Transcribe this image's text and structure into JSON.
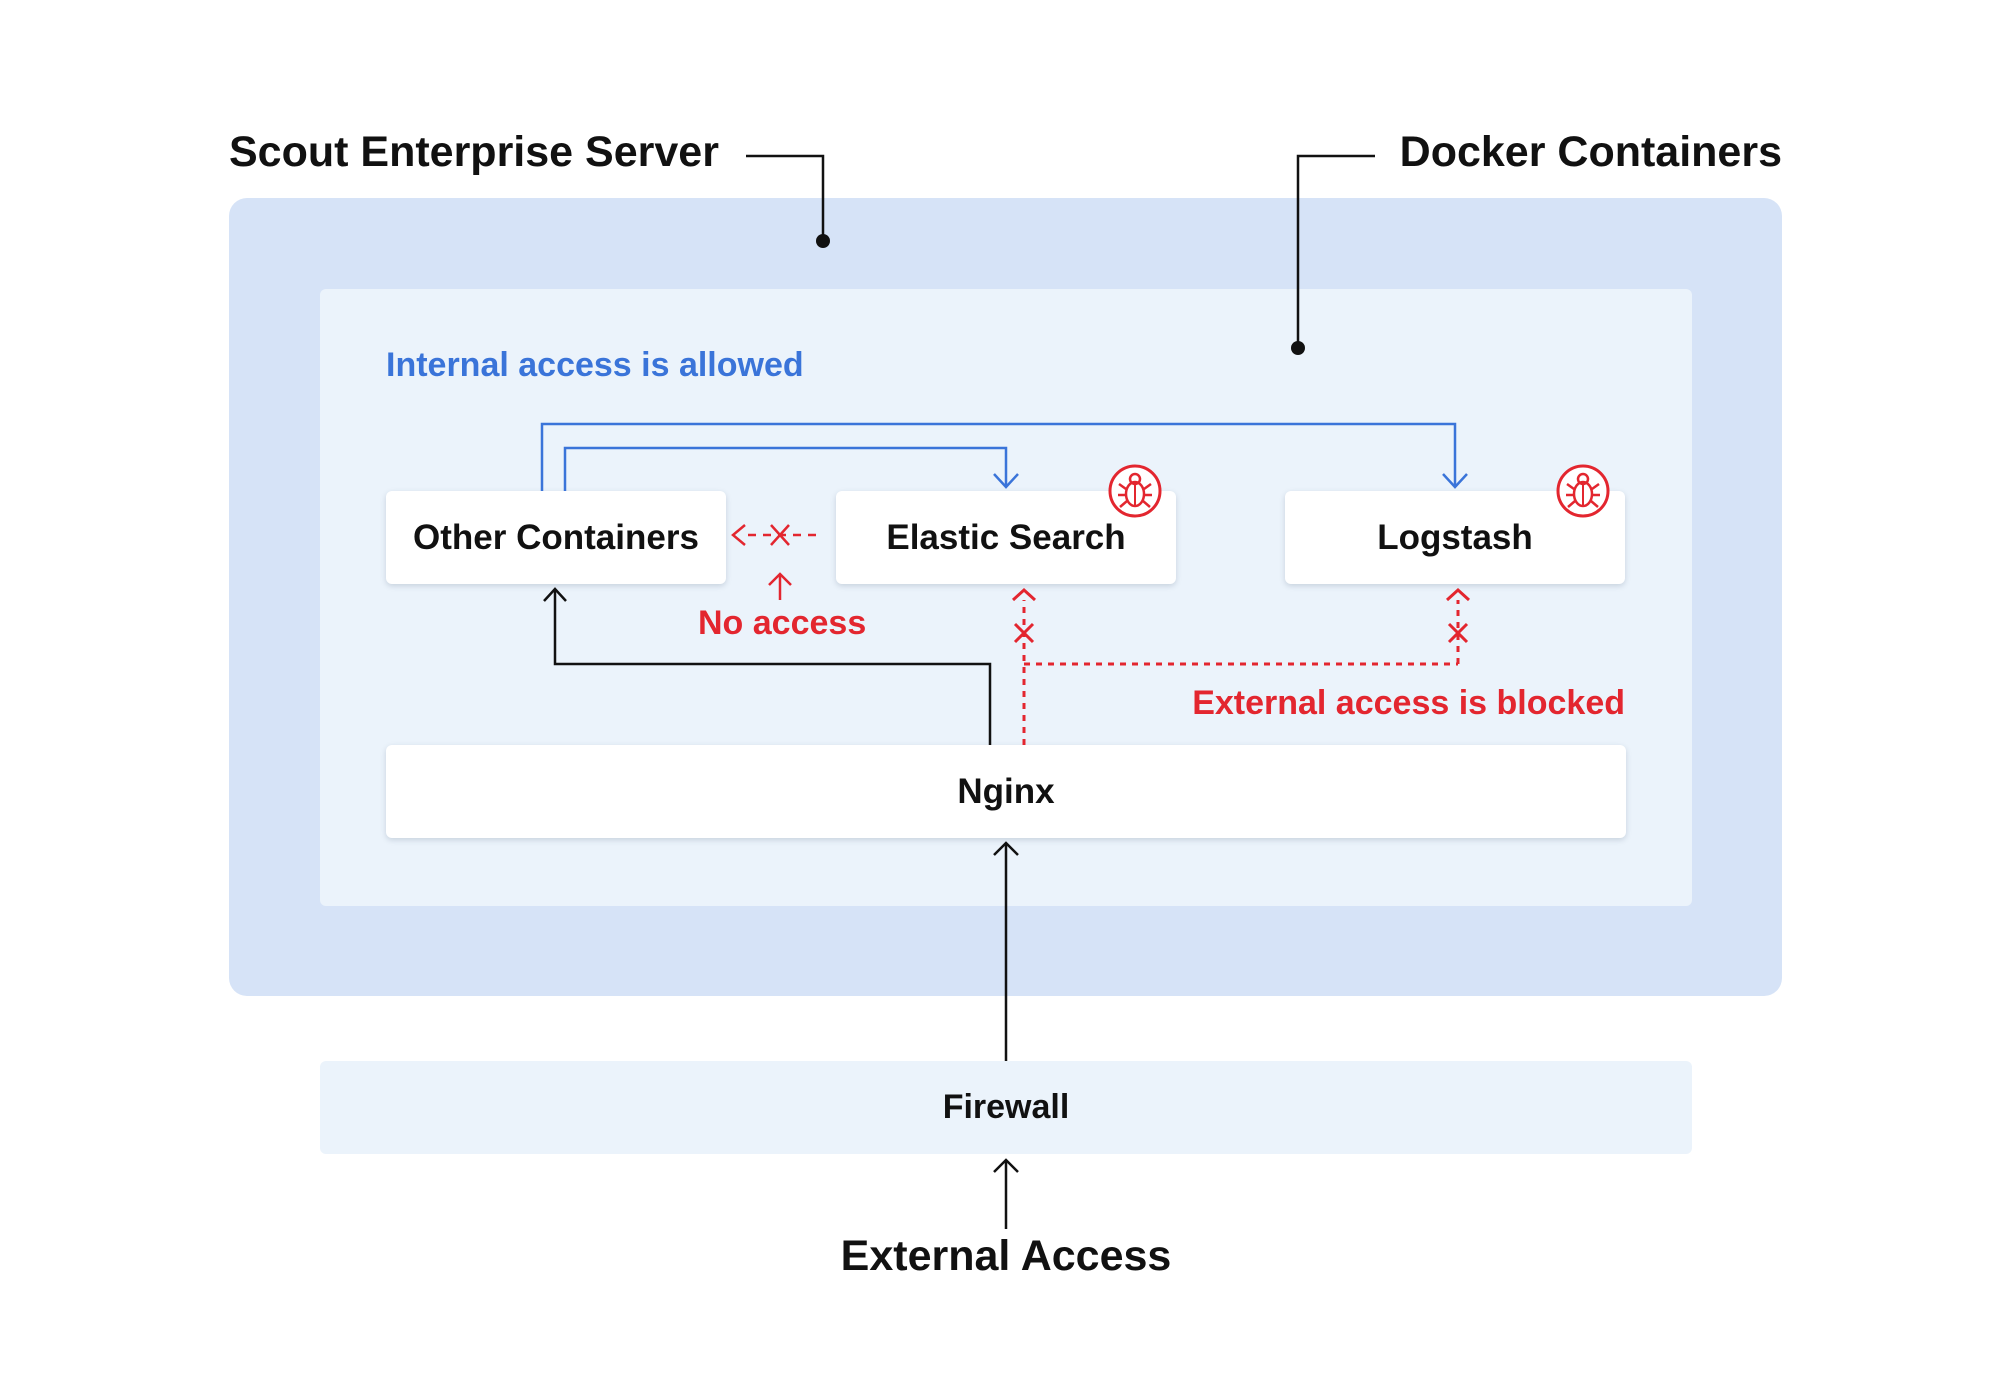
{
  "labels": {
    "server_title": "Scout Enterprise Server",
    "docker_title": "Docker Containers",
    "internal_note": "Internal access is allowed",
    "no_access_note": "No access",
    "external_blocked_note": "External access is blocked",
    "external_access": "External Access"
  },
  "nodes": {
    "other_containers": "Other Containers",
    "elastic_search": "Elastic Search",
    "logstash": "Logstash",
    "nginx": "Nginx",
    "firewall": "Firewall"
  },
  "icons": {
    "vulnerability": "bug-icon"
  },
  "colors": {
    "server_bg": "#d6e3f7",
    "container_bg": "#ebf3fb",
    "allowed": "#3a74d9",
    "blocked": "#e3262f",
    "neutral": "#111111"
  }
}
